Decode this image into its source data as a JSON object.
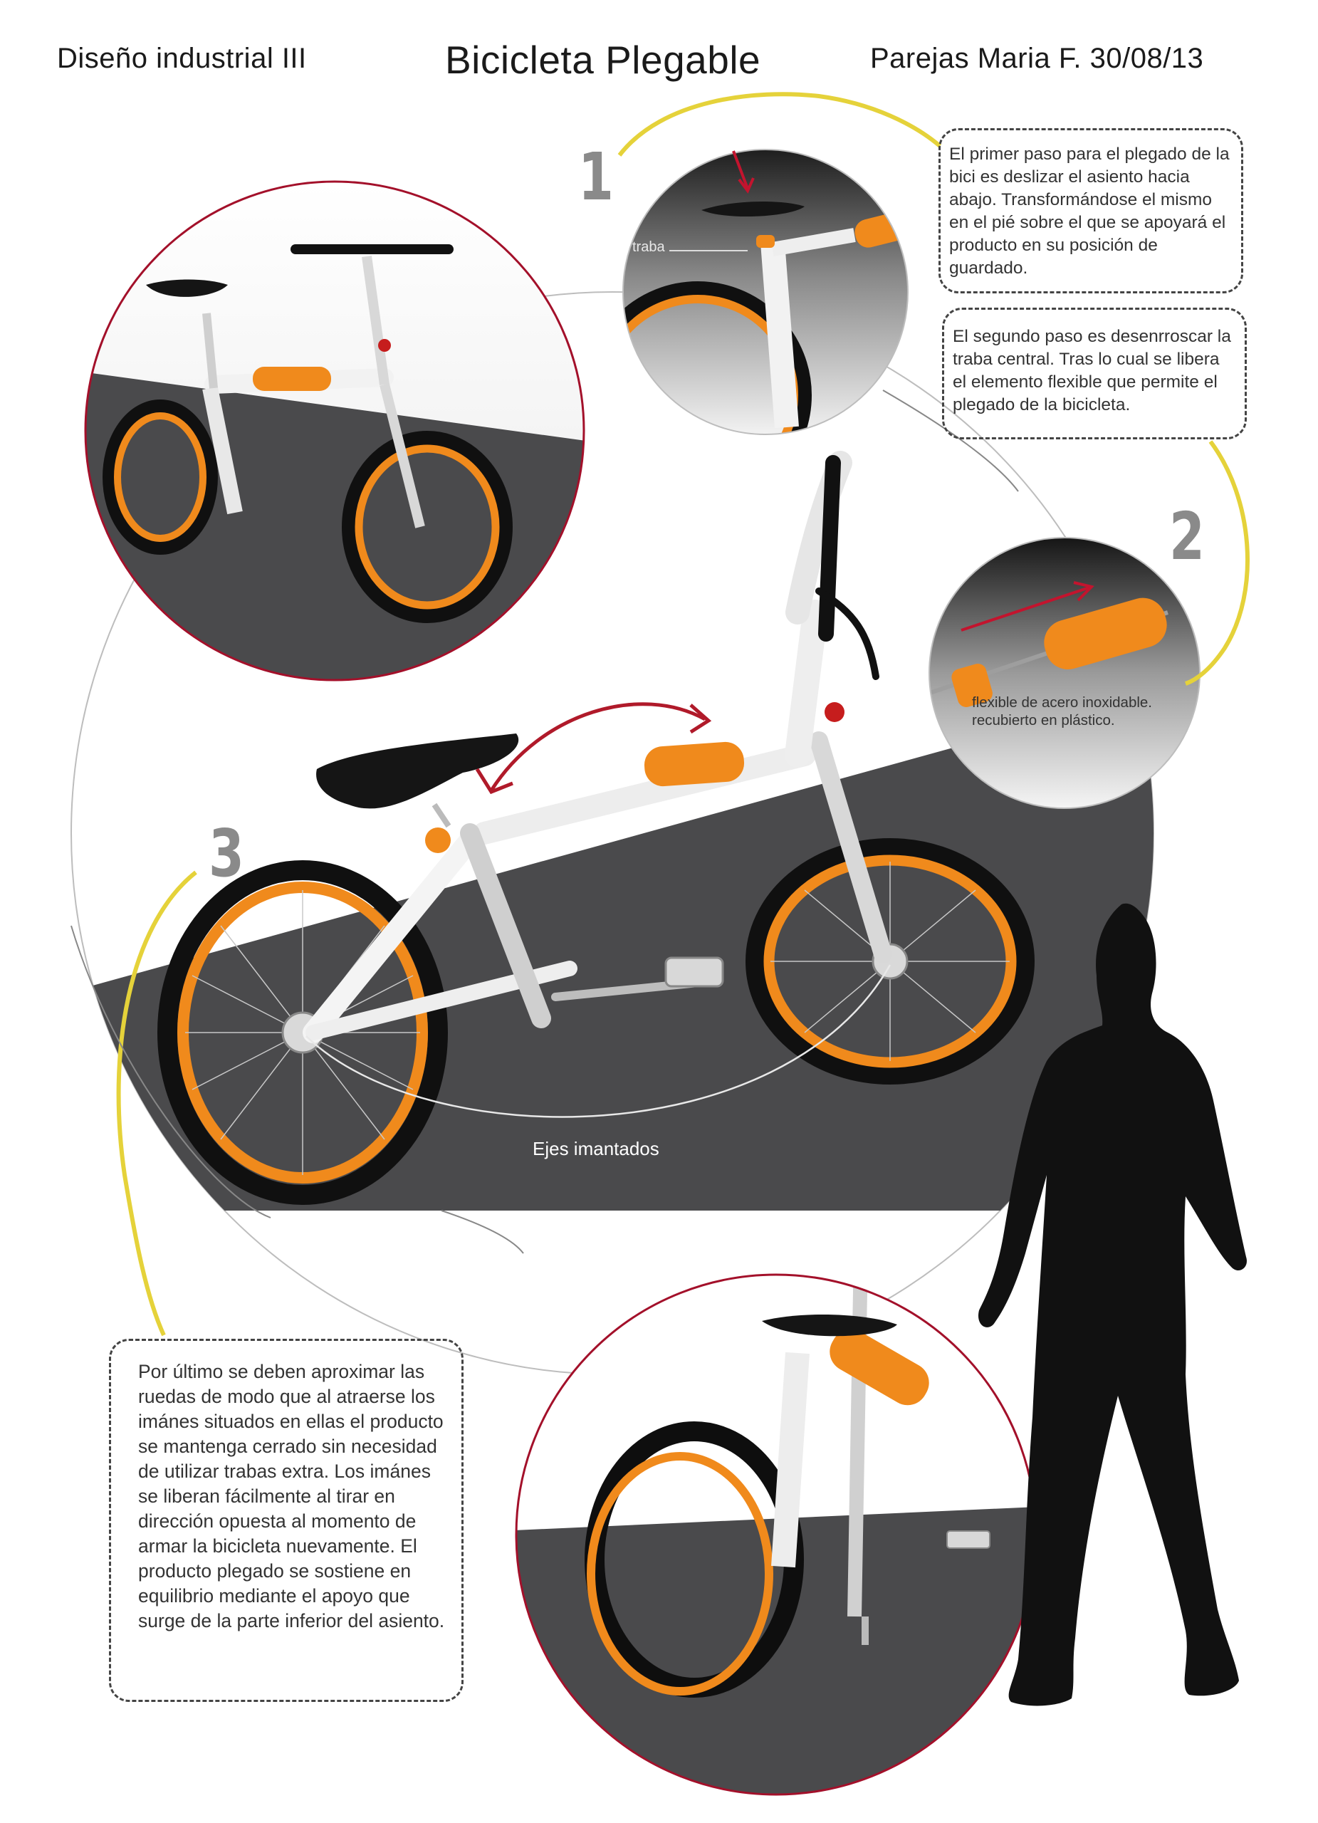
{
  "header": {
    "left": "Diseño industrial III",
    "title": "Bicicleta Plegable",
    "right": "Parejas Maria F. 30/08/13"
  },
  "steps": [
    {
      "number": "1",
      "text": "El primer paso para el plegado de la bici es deslizar el asiento hacia abajo. Transformándose el mismo en el pié sobre el que se apoyará el producto en su posición de guardado."
    },
    {
      "number": "2",
      "text": "El segundo paso es desenrroscar la traba central. Tras lo cual se libera el elemento flexible que permite el plegado de la bicicleta."
    },
    {
      "number": "3",
      "text": "Por último se deben aproximar las ruedas de modo que al atraerse los imánes situados en ellas el producto se mantenga cerrado sin necesidad de utilizar trabas extra. Los imánes se liberan fácilmente al tirar en dirección opuesta al momento de armar la bicicleta nuevamente. El producto plegado se sostiene en equilibrio mediante el apoyo que surge de la parte inferior del asiento."
    }
  ],
  "labels": {
    "traba": "traba",
    "flexible_line1": "flexible de acero inoxidable.",
    "flexible_line2": "recubierto en plástico.",
    "ejes": "Ejes imantados"
  },
  "colors": {
    "accent_orange": "#f08a1c",
    "circle_red": "#a3102a",
    "callout_yellow": "#e5d23a",
    "ground": "#4a4a4c",
    "number_gray": "#8a8a8a"
  }
}
